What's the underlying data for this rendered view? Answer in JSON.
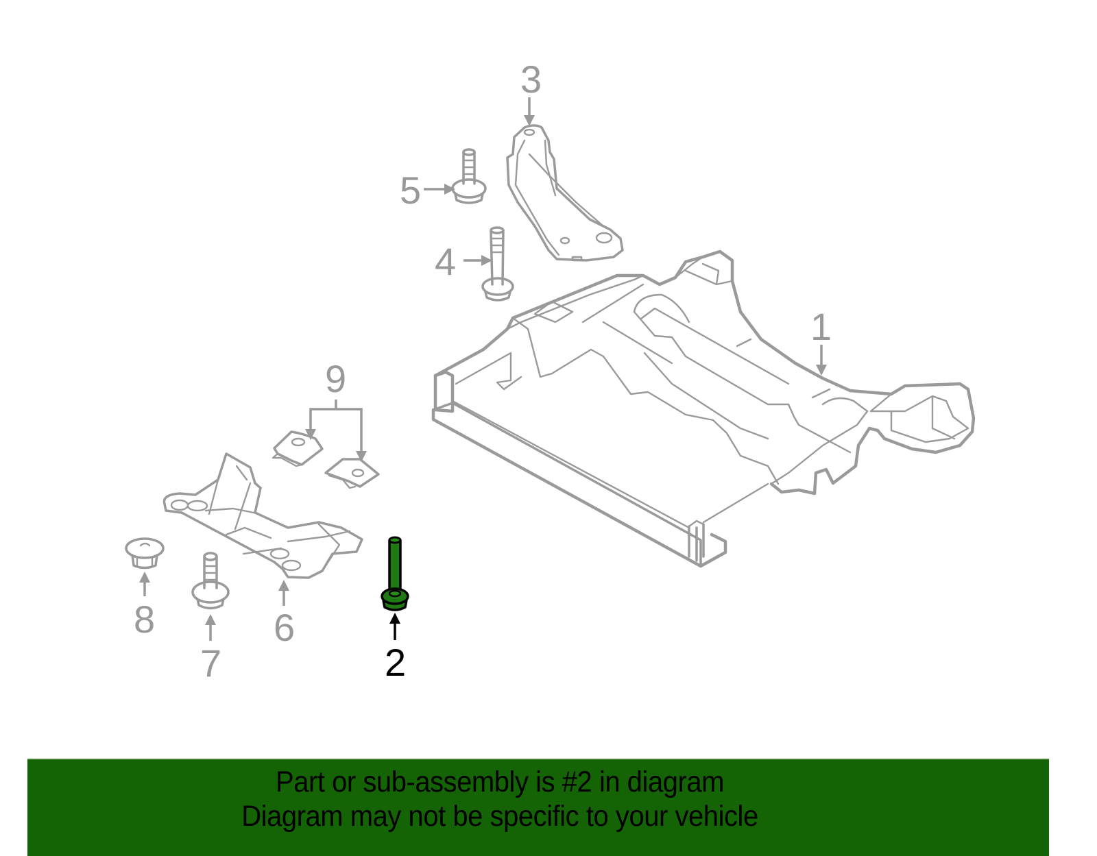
{
  "diagram": {
    "highlighted_part": "2",
    "colors": {
      "outline": "#9a9a9a",
      "callout_inactive": "#999999",
      "callout_active": "#000000",
      "highlight_fill": "#1f7a14",
      "banner_bg": "#146405"
    },
    "callouts": [
      {
        "id": "1",
        "label": "1"
      },
      {
        "id": "2",
        "label": "2"
      },
      {
        "id": "3",
        "label": "3"
      },
      {
        "id": "4",
        "label": "4"
      },
      {
        "id": "5",
        "label": "5"
      },
      {
        "id": "6",
        "label": "6"
      },
      {
        "id": "7",
        "label": "7"
      },
      {
        "id": "8",
        "label": "8"
      },
      {
        "id": "9",
        "label": "9"
      }
    ]
  },
  "banner": {
    "line1": "Part or sub-assembly is #2 in diagram",
    "line2": "Diagram may not be specific to your vehicle"
  }
}
